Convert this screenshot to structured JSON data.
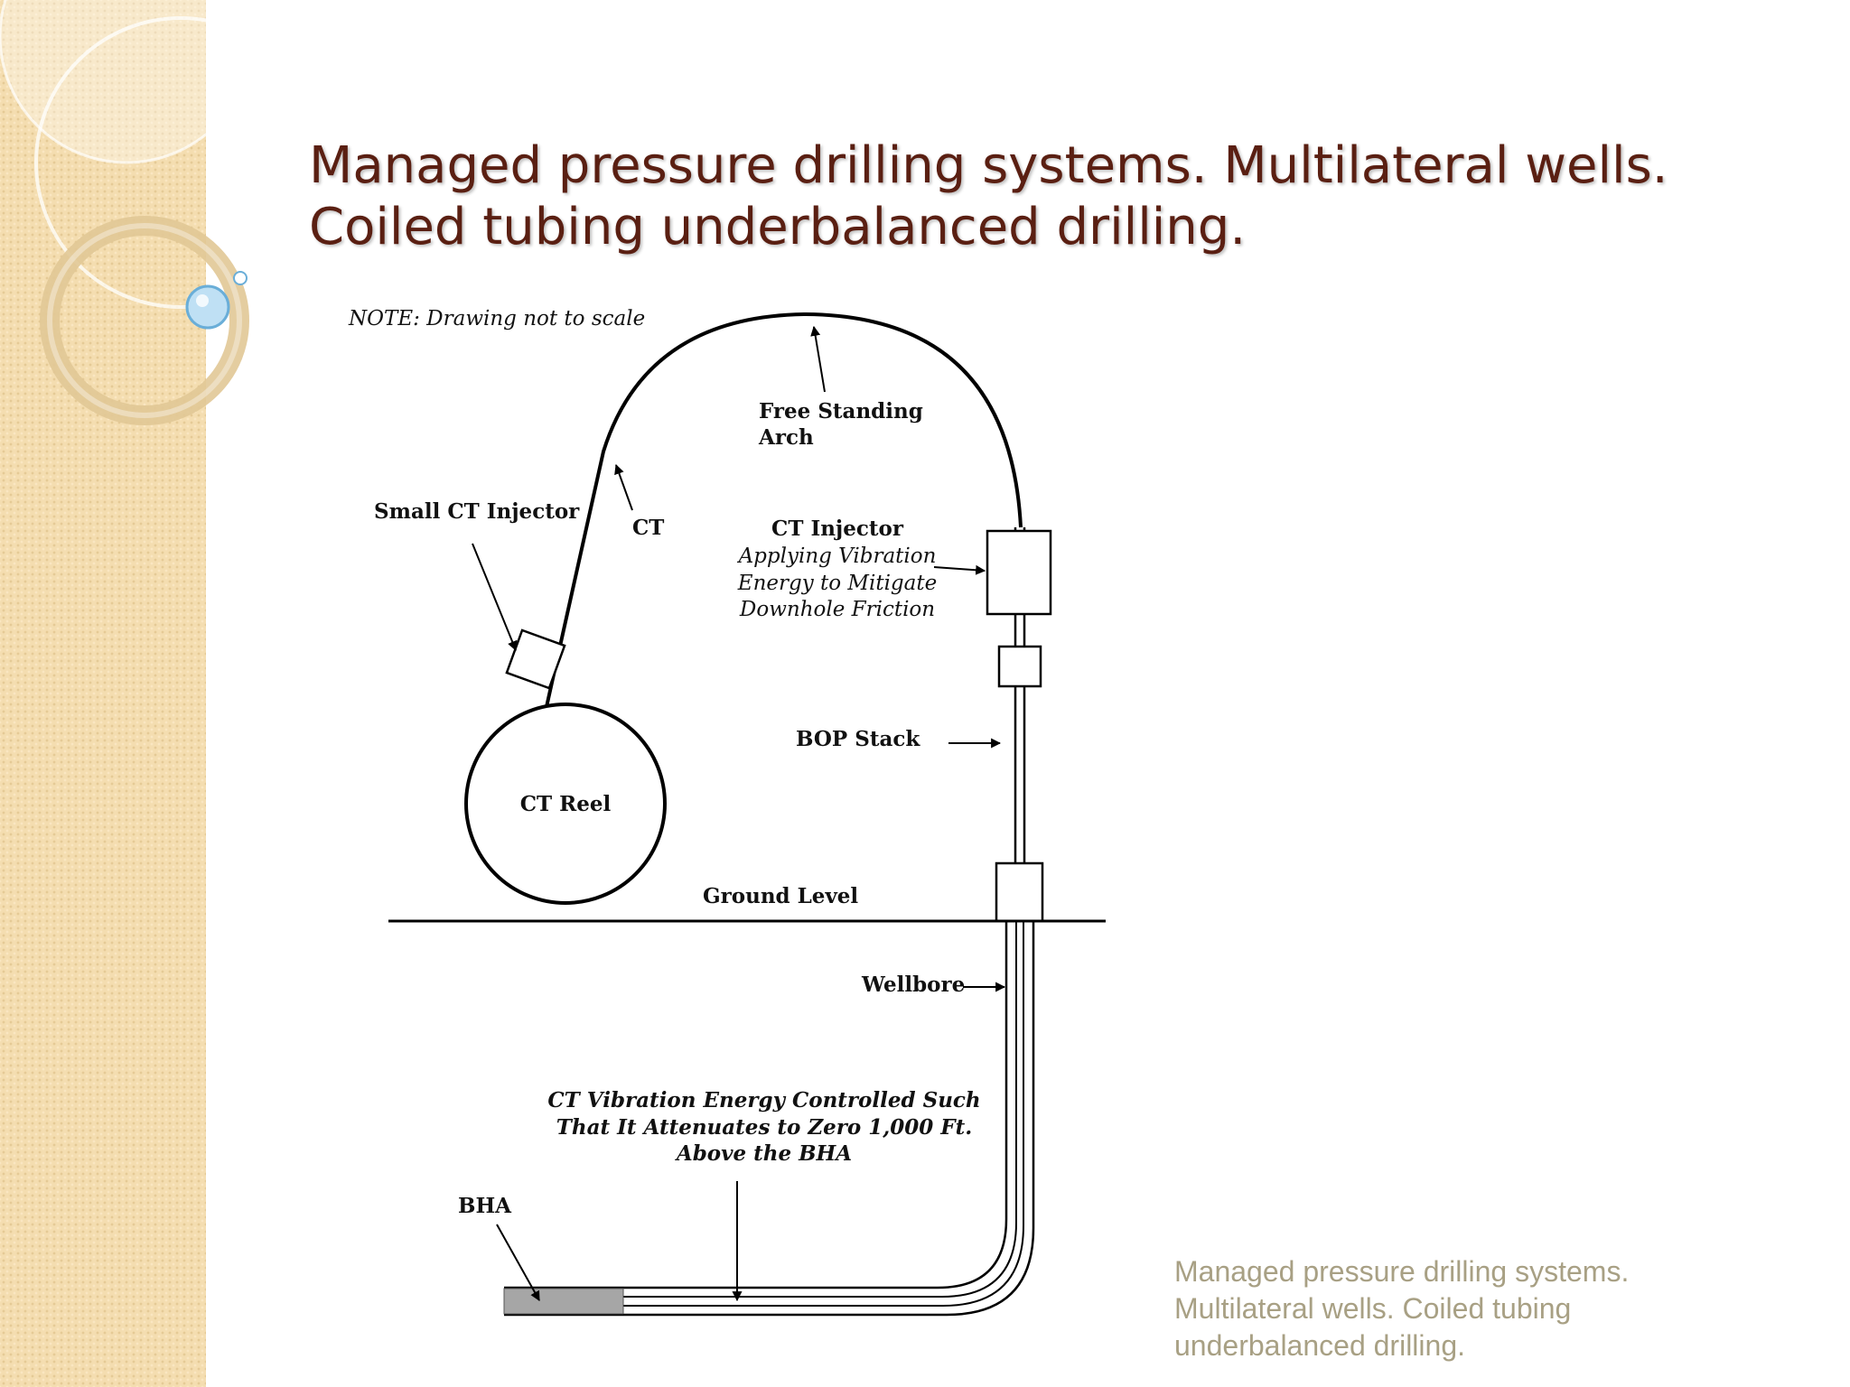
{
  "slide": {
    "title_lines": [
      "Managed pressure drilling systems. Multilateral wells.",
      "Coiled tubing underbalanced drilling."
    ],
    "footnote_lines": [
      "Managed pressure drilling systems.",
      "Multilateral wells. Coiled tubing",
      "underbalanced drilling."
    ]
  },
  "diagram": {
    "note": "NOTE:  Drawing not to scale",
    "free_standing_arch": [
      "Free Standing",
      "Arch"
    ],
    "small_ct_injector": "Small CT Injector",
    "ct": "CT",
    "ct_injector_title": "CT Injector",
    "ct_injector_desc": [
      "Applying Vibration",
      "Energy to Mitigate",
      "Downhole Friction"
    ],
    "bop_stack": "BOP Stack",
    "ct_reel": "CT Reel",
    "ground_level": "Ground Level",
    "wellbore": "Wellbore",
    "vibration_note": [
      "CT Vibration Energy Controlled Such",
      "That It Attenuates to Zero 1,000 Ft.",
      "Above the BHA"
    ],
    "bha": "BHA"
  },
  "colors": {
    "title": "#5a1f12",
    "sidebar": "#f4ddb0",
    "footnote": "#a8a084",
    "bha_fill": "#a6a6a6"
  }
}
